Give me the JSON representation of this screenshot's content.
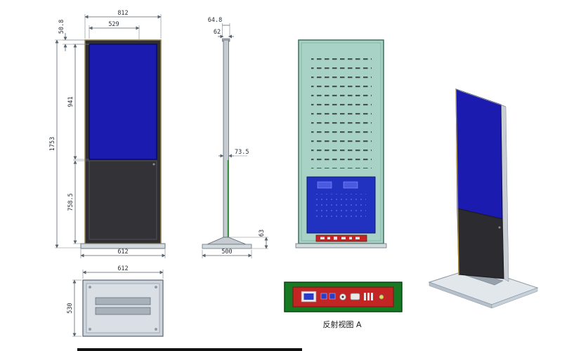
{
  "page": {
    "background": "#ffffff"
  },
  "views": {
    "front": {
      "label": "front-orthographic-view",
      "dims": {
        "top_width": "812",
        "screen_width": "529",
        "top_offset": "50.8",
        "screen_height": "941",
        "total_height": "1753",
        "lower_height": "758.5",
        "base_width": "612"
      }
    },
    "side": {
      "label": "side-orthographic-view",
      "dims": {
        "head_depth": "64.8",
        "body_thickness": "62",
        "mid_thickness": "73.5",
        "base_height": "63",
        "base_depth": "500"
      }
    },
    "rear": {
      "label": "rear-view-with-vents"
    },
    "iso": {
      "label": "isometric-3d-view"
    },
    "bottom": {
      "label": "bottom-view",
      "dims": {
        "width": "612",
        "depth": "530"
      }
    },
    "detail": {
      "label": "connector-detail-view",
      "caption": "反射视图 A"
    }
  },
  "colors": {
    "screen_blue": "#1b1caf",
    "panel_dark": "#2e2e33",
    "frame_gold": "#97824a",
    "rear_teal": "#a9d2c6",
    "rear_panel_blue": "#2131c0",
    "connector_red": "#c32424",
    "board_green": "#177a22",
    "base_gray": "#d3dade",
    "dim_line": "#5a646e"
  }
}
